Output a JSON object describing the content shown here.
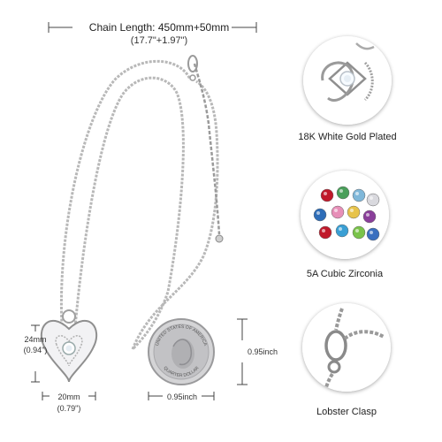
{
  "chain": {
    "length_label": "Chain Length: 450mm+50mm",
    "length_inches": "(17.7\"+1.97\")"
  },
  "pendant": {
    "height_mm": "24mm",
    "height_in": "(0.94\")",
    "width_mm": "20mm",
    "width_in": "(0.79\")"
  },
  "coin": {
    "height_label": "0.95inch",
    "width_label": "0.95inch",
    "top_text": "UNITED STATES OF AMERICA",
    "bottom_text": "QUARTER DOLLAR"
  },
  "features": [
    {
      "label": "18K White Gold Plated",
      "icon": "pendant-closeup-icon"
    },
    {
      "label": "5A Cubic Zirconia",
      "icon": "gemstones-icon"
    },
    {
      "label": "Lobster Clasp",
      "icon": "lobster-clasp-icon"
    }
  ],
  "gem_colors": [
    "#c0192a",
    "#4a9f5a",
    "#7fb7d9",
    "#d9d9de",
    "#2e6db8",
    "#e78fb8",
    "#e7c34a",
    "#8a3f9a",
    "#c0192a",
    "#3a9fd4",
    "#7ac34a",
    "#3a6fbf"
  ]
}
